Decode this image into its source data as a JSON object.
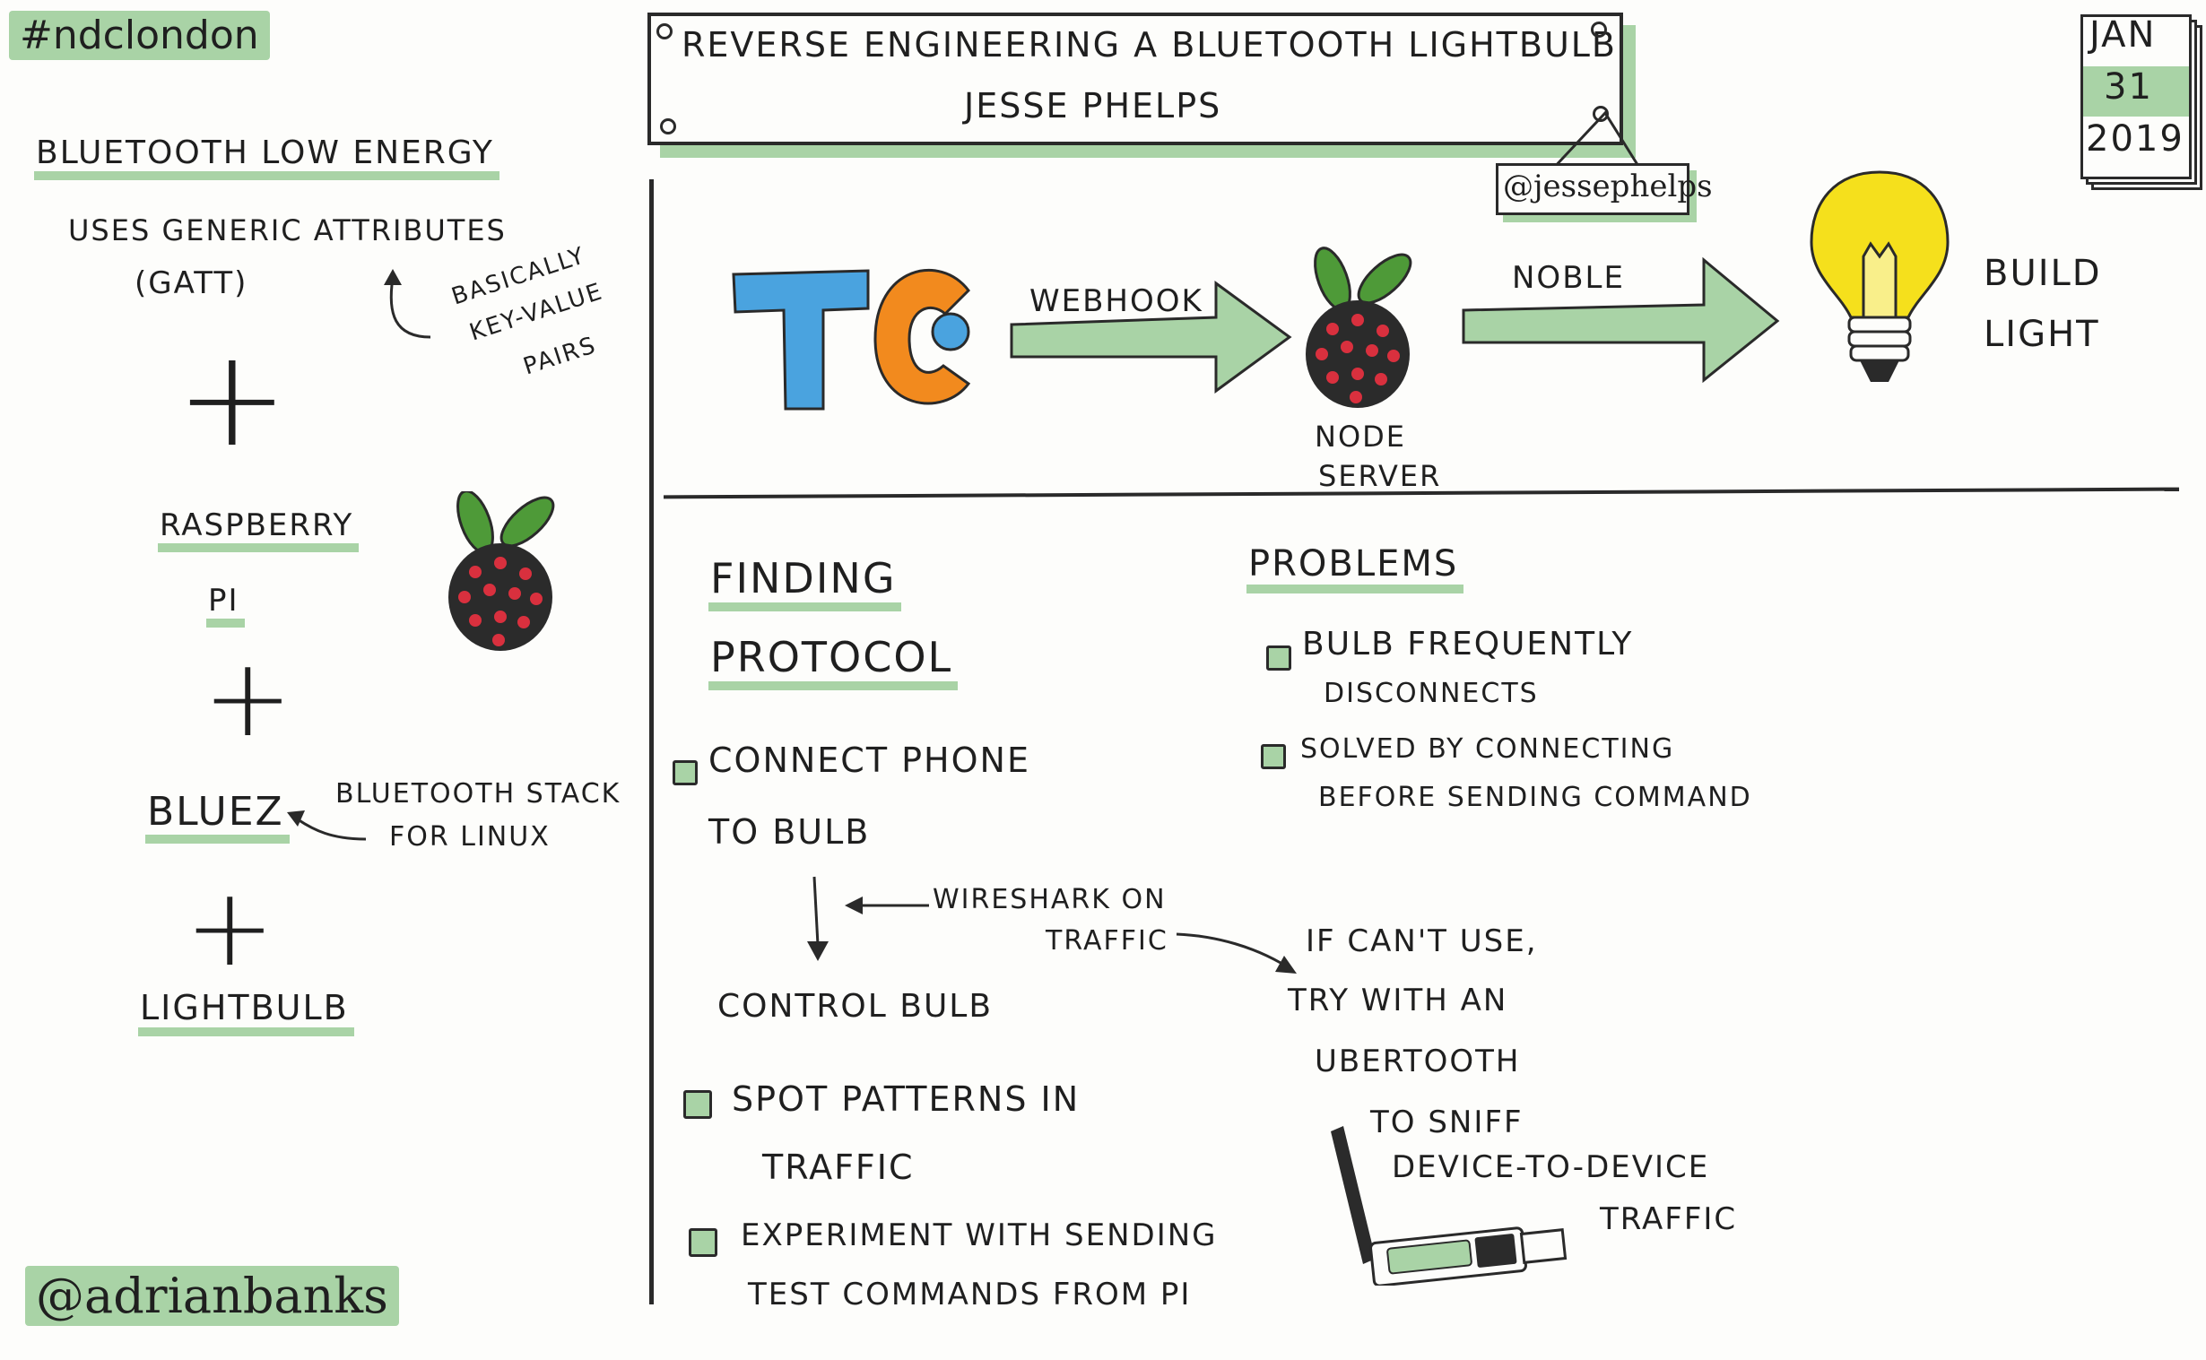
{
  "header": {
    "hashtag": "#ndclondon",
    "title": "REVERSE ENGINEERING A BLUETOOTH LIGHTBULB",
    "speaker": "JESSE PHELPS",
    "speaker_handle": "@jessephelps",
    "author_handle": "@adrianbanks",
    "date": {
      "month": "JAN",
      "day": "31",
      "year": "2019"
    }
  },
  "left_column": {
    "ble_title": "BLUETOOTH LOW ENERGY",
    "gatt_line1": "USES GENERIC ATTRIBUTES",
    "gatt_line2": "(GATT)",
    "gatt_note_line1": "BASICALLY",
    "gatt_note_line2": "KEY-VALUE",
    "gatt_note_line3": "PAIRS",
    "plus": "+",
    "pi_label_line1": "RASPBERRY",
    "pi_label_line2": "PI",
    "bluez_label": "BLUEZ",
    "bluez_note_line1": "BLUETOOTH STACK",
    "bluez_note_line2": "FOR LINUX",
    "lightbulb_label": "LIGHTBULB"
  },
  "flow": {
    "tc_logo": "TC",
    "webhook_label": "WEBHOOK",
    "node_server_line1": "NODE",
    "node_server_line2": "SERVER",
    "noble_label": "NOBLE",
    "build_light_line1": "BUILD",
    "build_light_line2": "LIGHT"
  },
  "finding_protocol": {
    "title_line1": "FINDING",
    "title_line2": "PROTOCOL",
    "step1_line1": "CONNECT PHONE",
    "step1_line2": "TO BULB",
    "wireshark_line1": "WIRESHARK ON",
    "wireshark_line2": "TRAFFIC",
    "control_bulb": "CONTROL BULB",
    "step2_line1": "SPOT PATTERNS IN",
    "step2_line2": "TRAFFIC",
    "step3_line1": "EXPERIMENT WITH SENDING",
    "step3_line2": "TEST COMMANDS FROM PI"
  },
  "ubertooth": {
    "line1": "IF CAN'T USE,",
    "line2": "TRY WITH AN",
    "line3": "UBERTOOTH",
    "line4": "TO SNIFF",
    "line5": "DEVICE-TO-DEVICE",
    "line6": "TRAFFIC"
  },
  "problems": {
    "title": "PROBLEMS",
    "p1_line1": "BULB FREQUENTLY",
    "p1_line2": "DISCONNECTS",
    "p2_line1": "SOLVED BY CONNECTING",
    "p2_line2": "BEFORE SENDING COMMAND"
  },
  "colors": {
    "highlight": "#a9d3a6",
    "tc_blue": "#4aa3df",
    "tc_orange": "#f28a1e",
    "berry_red": "#d9303e",
    "leaf_green": "#4e9a38",
    "bulb_yellow": "#f5e01c"
  }
}
